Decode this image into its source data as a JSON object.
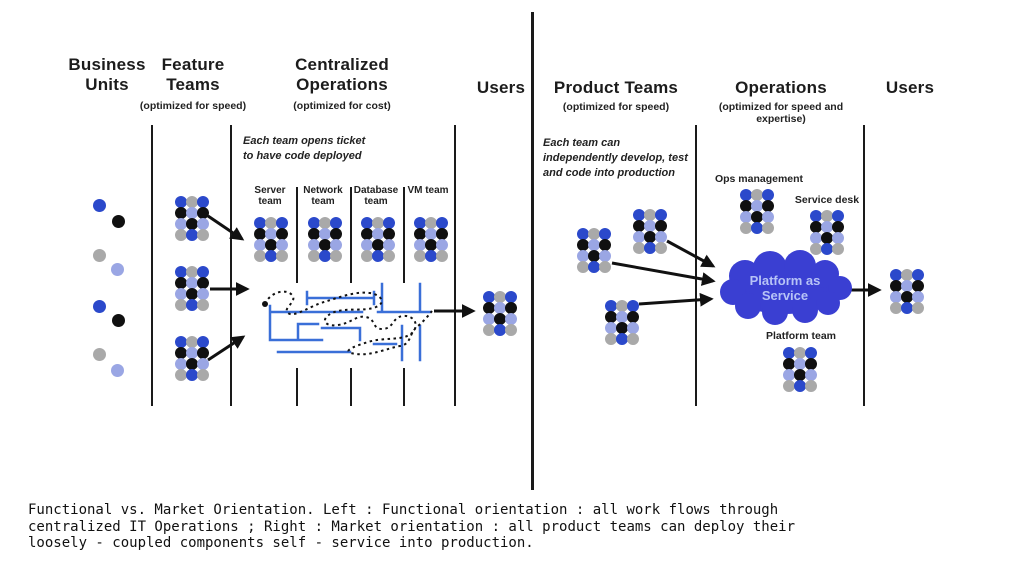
{
  "left_panel": {
    "columns": {
      "business_units": {
        "title": "Business Units"
      },
      "feature_teams": {
        "title": "Feature Teams",
        "subtitle": "(optimized for speed)"
      },
      "centralized_operations": {
        "title": "Centralized Operations",
        "subtitle": "(optimized for cost)"
      },
      "users": {
        "title": "Users"
      }
    },
    "note_lines": [
      "Each team opens ticket",
      "to have code deployed"
    ],
    "ops_teams": [
      "Server team",
      "Network team",
      "Database team",
      "VM team"
    ]
  },
  "right_panel": {
    "columns": {
      "product_teams": {
        "title": "Product Teams",
        "subtitle": "(optimized for speed)"
      },
      "operations": {
        "title": "Operations",
        "subtitle": "(optimized for speed and expertise)"
      },
      "users": {
        "title": "Users"
      }
    },
    "note_lines": [
      "Each team can",
      "independently develop, test",
      "and code into production"
    ],
    "labels": {
      "ops_management": "Ops management",
      "service_desk": "Service desk",
      "platform_team": "Platform team"
    },
    "cloud": {
      "text": "Platform as Service",
      "color": "#3a3fd2",
      "text_color": "#b7c3f6"
    }
  },
  "caption": {
    "lines": [
      "Functional vs. Market Orientation. Left : Functional orientation : all work flows through",
      "centralized IT Operations ; Right : Market orientation : all product teams can deploy their",
      "loosely - coupled components self - service into production."
    ]
  },
  "colors": {
    "dot_blue": "#2b49cb",
    "dot_black": "#101010",
    "dot_gray": "#a9a9a9",
    "dot_lightblue": "#9aa6e4",
    "maze_blue": "#3a6fd8",
    "line_black": "#1a1a1a"
  },
  "cluster_pattern": [
    [
      "blue",
      "gray",
      "blue"
    ],
    [
      "black",
      "lightblue",
      "black"
    ],
    [
      "lightblue",
      "black",
      "lightblue"
    ],
    [
      "gray",
      "blue",
      "gray"
    ]
  ],
  "business_unit_dots": [
    "blue",
    "black",
    "gray",
    "lightblue",
    "blue",
    "black",
    "gray",
    "lightblue"
  ]
}
